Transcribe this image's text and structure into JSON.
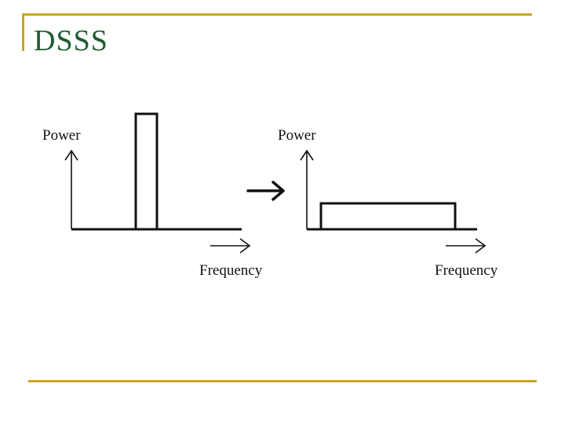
{
  "slide": {
    "title": "DSSS",
    "accent_color": "#c9a622",
    "title_color": "#1e5c2e"
  },
  "diagram": {
    "before": {
      "y_label": "Power",
      "x_label": "Frequency",
      "shape": "narrow tall pulse"
    },
    "after": {
      "y_label": "Power",
      "x_label": "Frequency",
      "shape": "wide flat spectrum"
    },
    "transition_icon": "right-arrow-icon"
  }
}
